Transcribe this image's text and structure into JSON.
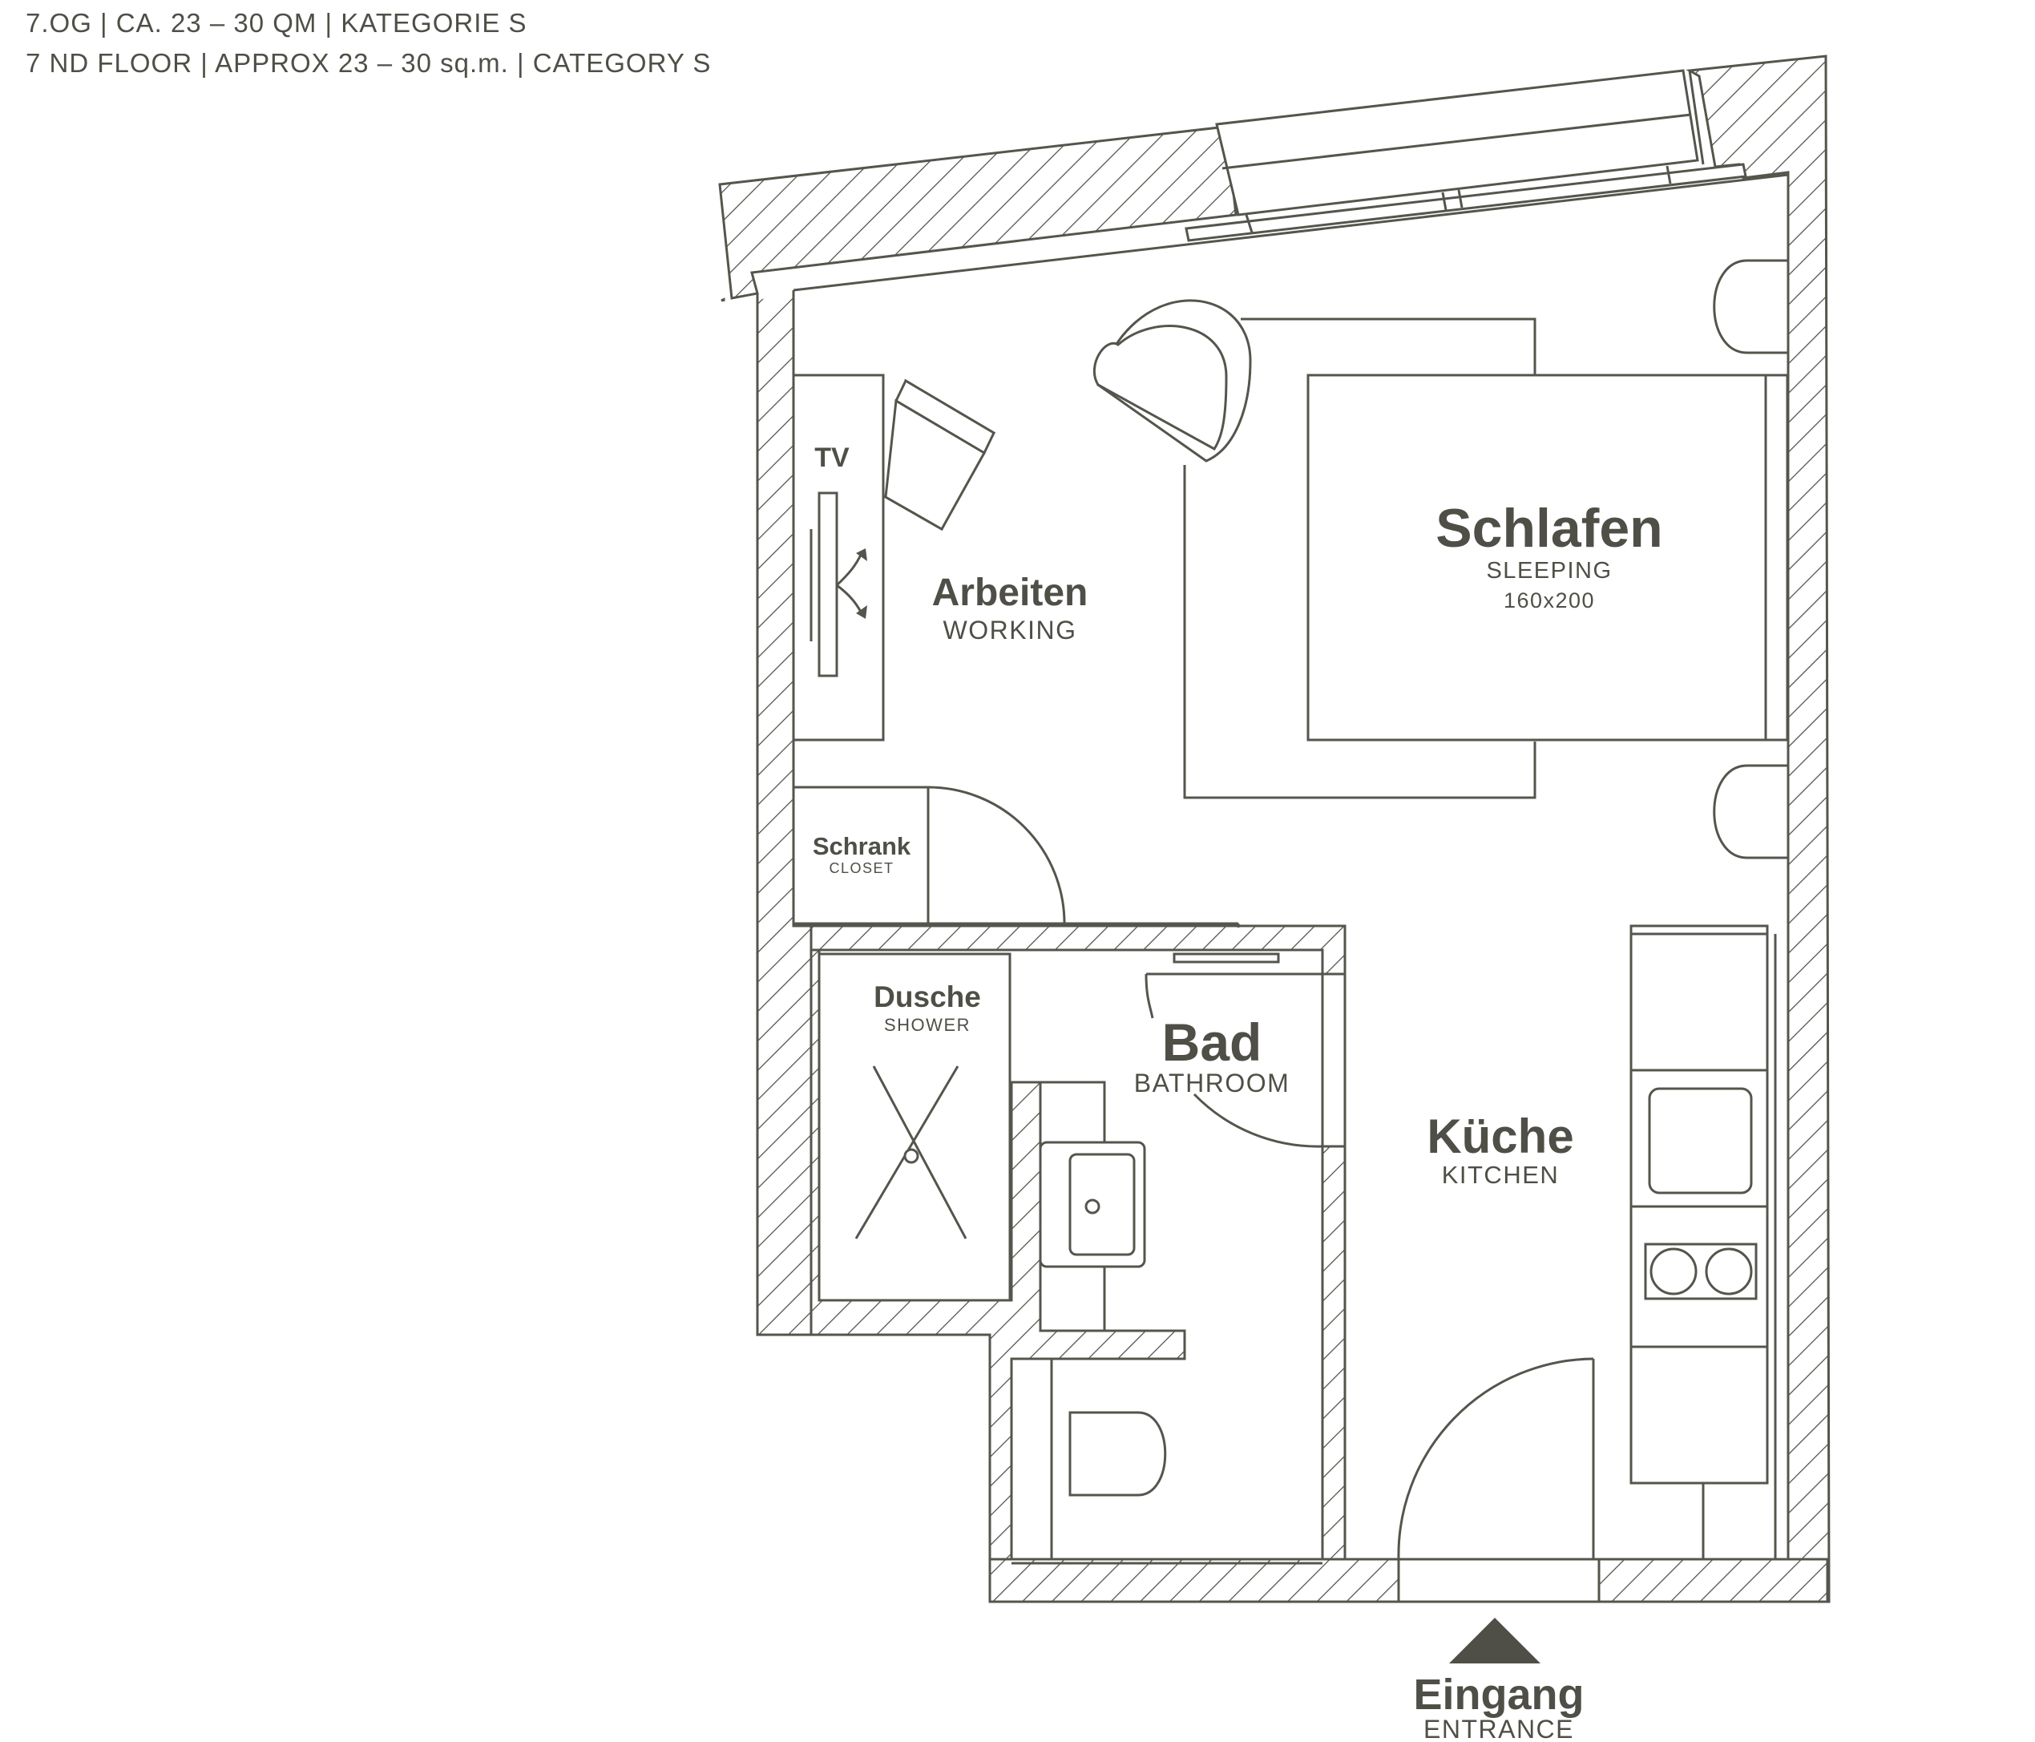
{
  "header": {
    "line1": "7.OG | CA. 23 – 30 QM | KATEGORIE S",
    "line2": "7 ND FLOOR | APPROX 23 – 30 sq.m. | CATEGORY S"
  },
  "rooms": {
    "tv": {
      "label": "TV"
    },
    "working": {
      "title": "Arbeiten",
      "subtitle": "WORKING"
    },
    "sleeping": {
      "title": "Schlafen",
      "subtitle": "SLEEPING",
      "size": "160x200"
    },
    "closet": {
      "title": "Schrank",
      "subtitle": "CLOSET"
    },
    "shower": {
      "title": "Dusche",
      "subtitle": "SHOWER"
    },
    "bathroom": {
      "title": "Bad",
      "subtitle": "BATHROOM"
    },
    "kitchen": {
      "title": "Küche",
      "subtitle": "KITCHEN"
    },
    "entrance": {
      "title": "Eingang",
      "subtitle": "ENTRANCE"
    }
  },
  "colors": {
    "line": "#55554d",
    "text": "#4f4f47",
    "background": "#ffffff"
  }
}
